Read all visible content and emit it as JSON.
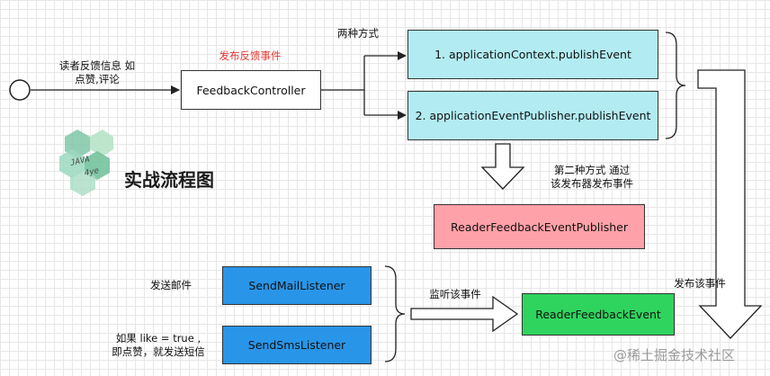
{
  "nodes": {
    "controller": "FeedbackController",
    "app_context": "1. applicationContext.publishEvent",
    "event_publisher": "2. applicationEventPublisher.publishEvent",
    "reader_publisher": "ReaderFeedbackEventPublisher",
    "send_mail": "SendMailListener",
    "send_sms": "SendSmsListener",
    "reader_event": "ReaderFeedbackEvent"
  },
  "labels": {
    "user_feedback_line1": "读者反馈信息 如",
    "user_feedback_line2": "点赞,评论",
    "publish_feedback_event": "发布反馈事件",
    "two_ways": "两种方式",
    "second_way_line1": "第二种方式 通过",
    "second_way_line2": "该发布器发布事件",
    "publish_this_event": "发布该事件",
    "listen_event": "监听该事件",
    "send_mail_note": "发送邮件",
    "sms_note_line1": "如果 like = true ,",
    "sms_note_line2": "即点赞，就发送短信",
    "diagram_title": "实战流程图",
    "logo_text_top": "JAVA",
    "logo_text_bottom": "4ye",
    "watermark": "@稀土掘金技术社区"
  },
  "colors": {
    "cyan_box": "#b2ecf2",
    "red_box": "#ffa1a8",
    "blue_box": "#2995e8",
    "green_box": "#2fd45e",
    "red_text": "#e53935"
  }
}
